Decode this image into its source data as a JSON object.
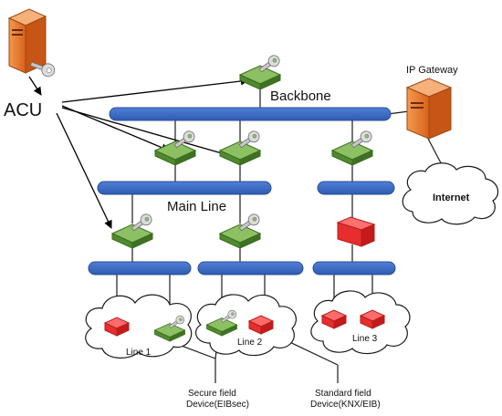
{
  "labels": {
    "acu": "ACU",
    "backbone": "Backbone",
    "ip_gateway": "IP Gateway",
    "internet": "Internet",
    "main_line": "Main Line",
    "line1": "Line 1",
    "line2": "Line 2",
    "line3": "Line 3",
    "secure_device_line1": "Secure field",
    "secure_device_line2": "Device(EIBsec)",
    "standard_device_line1": "Standard field",
    "standard_device_line2": "Device(KNX/EIB)"
  },
  "colors": {
    "bus": "#3b6bc4",
    "bus_stroke": "#2a4f9a",
    "secure_device": "#5e9a3a",
    "standard_device": "#e83030",
    "server": "#e8742a",
    "key": "#c8c8c8"
  },
  "icons": [
    "server-icon",
    "key-icon",
    "cloud-icon",
    "secure-coupler-icon",
    "standard-device-icon"
  ]
}
